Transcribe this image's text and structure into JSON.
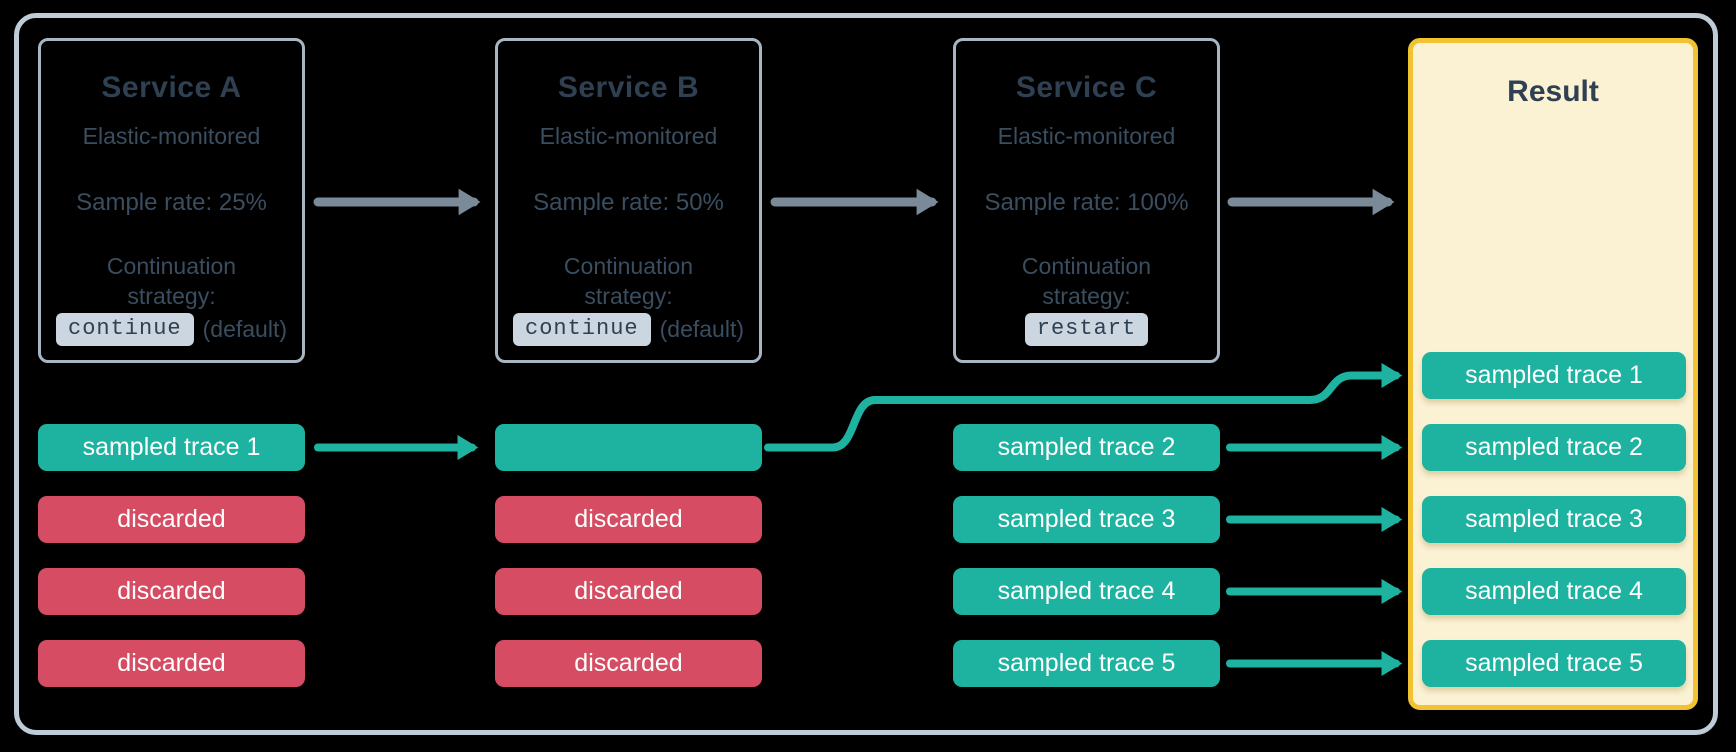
{
  "diagram": {
    "title_hint": "Distributed trace sampling continuation strategy flow",
    "services": [
      {
        "name": "Service A",
        "monitoring": "Elastic-monitored",
        "sample_rate": "Sample rate: 25%",
        "continuation_label": "Continuation strategy:",
        "strategy": "continue",
        "strategy_note": "(default)"
      },
      {
        "name": "Service B",
        "monitoring": "Elastic-monitored",
        "sample_rate": "Sample rate: 50%",
        "continuation_label": "Continuation strategy:",
        "strategy": "continue",
        "strategy_note": "(default)"
      },
      {
        "name": "Service C",
        "monitoring": "Elastic-monitored",
        "sample_rate": "Sample rate: 100%",
        "continuation_label": "Continuation strategy:",
        "strategy": "restart",
        "strategy_note": ""
      }
    ],
    "lanes": {
      "service_a": [
        {
          "label": "sampled trace 1",
          "status": "sampled"
        },
        {
          "label": "discarded",
          "status": "discarded"
        },
        {
          "label": "discarded",
          "status": "discarded"
        },
        {
          "label": "discarded",
          "status": "discarded"
        }
      ],
      "service_b": [
        {
          "label": "",
          "status": "sampled"
        },
        {
          "label": "discarded",
          "status": "discarded"
        },
        {
          "label": "discarded",
          "status": "discarded"
        },
        {
          "label": "discarded",
          "status": "discarded"
        }
      ],
      "service_c": [
        {
          "label": "sampled trace 2",
          "status": "sampled"
        },
        {
          "label": "sampled trace 3",
          "status": "sampled"
        },
        {
          "label": "sampled trace 4",
          "status": "sampled"
        },
        {
          "label": "sampled trace 5",
          "status": "sampled"
        }
      ]
    },
    "result": {
      "title": "Result",
      "traces": [
        "sampled trace 1",
        "sampled trace 2",
        "sampled trace 3",
        "sampled trace 4",
        "sampled trace 5"
      ]
    },
    "palette": {
      "sampled_green": "#1eb2a0",
      "discarded_red": "#d64d63",
      "flow_arrow_gray": "#7b8a99",
      "trace_arrow_teal": "#1eb2a0",
      "service_border": "#a8b6c3",
      "frame_border": "#bfcbd6",
      "result_border": "#f1c330",
      "result_background": "#fbf2d4",
      "text_dark_slate": "#2e4052",
      "code_pill_background": "#ccd6e0",
      "background": "#000000"
    }
  }
}
